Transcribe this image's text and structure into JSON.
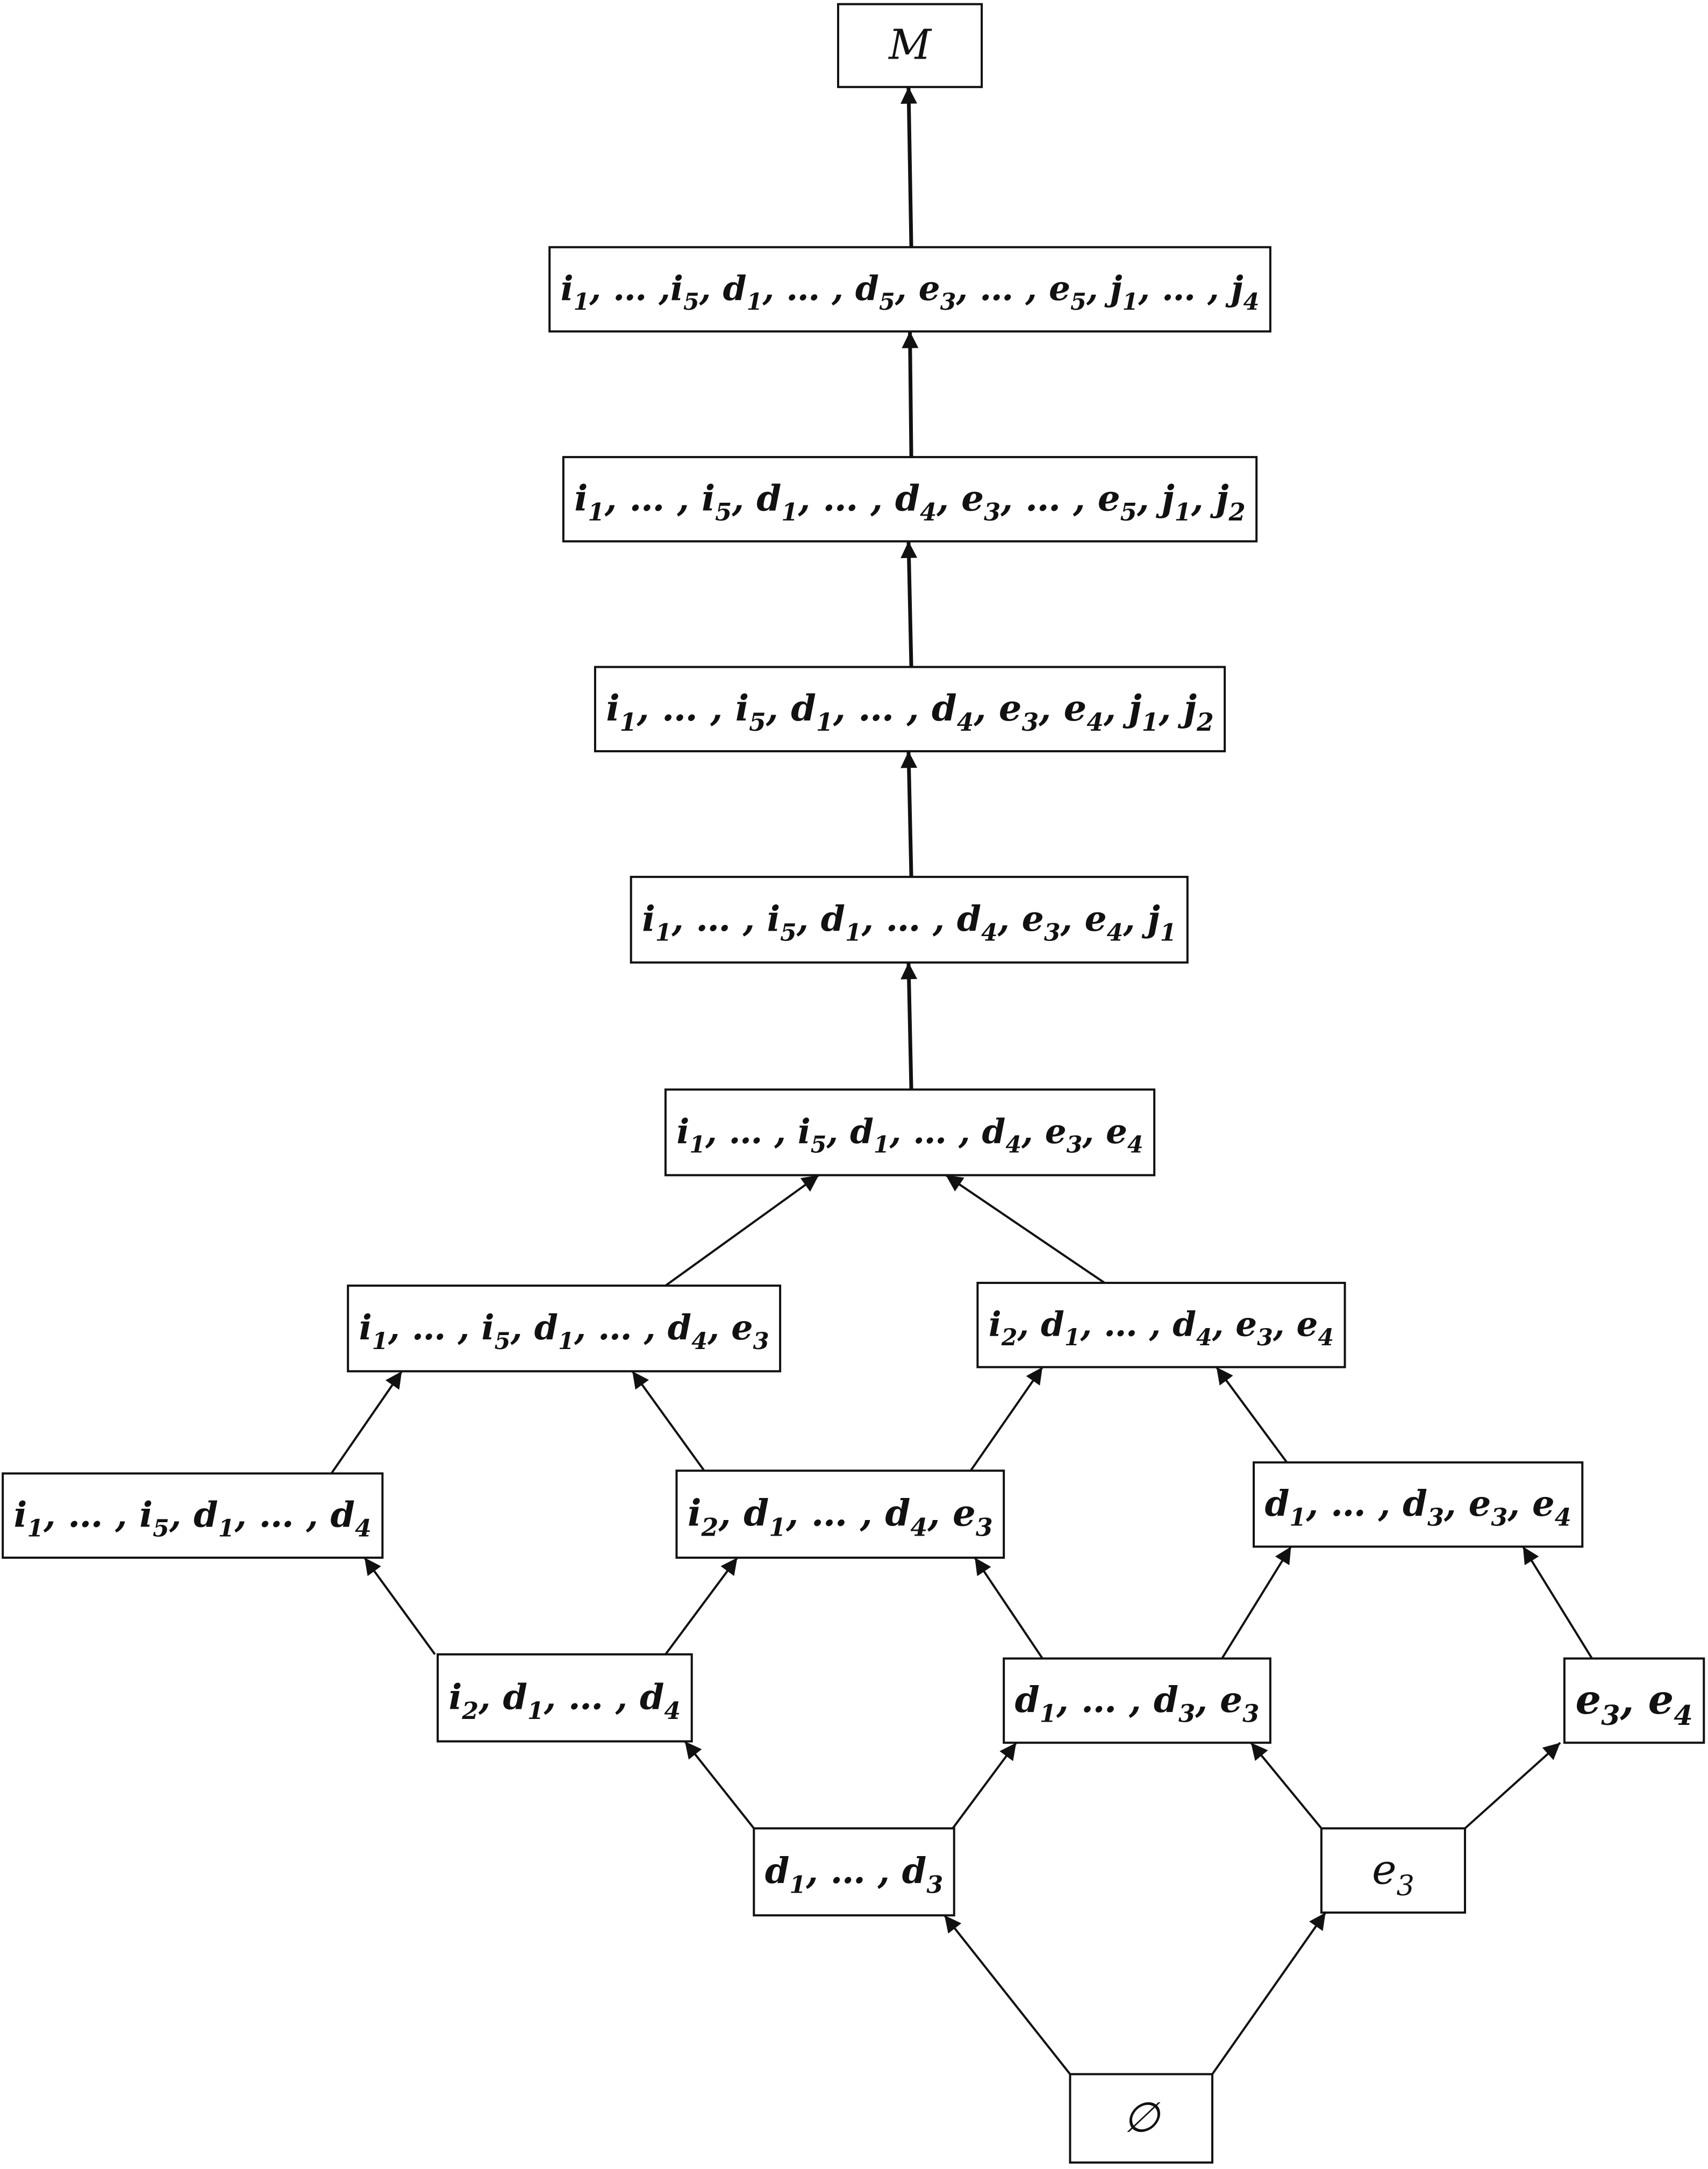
{
  "colors": {
    "stroke": "#111111",
    "background": "#ffffff"
  },
  "nodes": [
    {
      "id": "M",
      "label": "M",
      "style": "upright"
    },
    {
      "id": "n1",
      "label": [
        [
          "i",
          "1"
        ],
        ", … ,",
        [
          "i",
          "5"
        ],
        ", ",
        [
          "d",
          "1"
        ],
        ", … , ",
        [
          "d",
          "5"
        ],
        ", ",
        [
          "e",
          "3"
        ],
        ", … , ",
        [
          "e",
          "5"
        ],
        ", ",
        [
          "j",
          "1"
        ],
        ", … , ",
        [
          "j",
          "4"
        ]
      ]
    },
    {
      "id": "n2",
      "label": [
        [
          "i",
          "1"
        ],
        ", … , ",
        [
          "i",
          "5"
        ],
        ", ",
        [
          "d",
          "1"
        ],
        ", … , ",
        [
          "d",
          "4"
        ],
        ", ",
        [
          "e",
          "3"
        ],
        ", … , ",
        [
          "e",
          "5"
        ],
        ", ",
        [
          "j",
          "1"
        ],
        ", ",
        [
          "j",
          "2"
        ]
      ]
    },
    {
      "id": "n3",
      "label": [
        [
          "i",
          "1"
        ],
        ", … , ",
        [
          "i",
          "5"
        ],
        ", ",
        [
          "d",
          "1"
        ],
        ", … , ",
        [
          "d",
          "4"
        ],
        ", ",
        [
          "e",
          "3"
        ],
        ", ",
        [
          "e",
          "4"
        ],
        ", ",
        [
          "j",
          "1"
        ],
        ", ",
        [
          "j",
          "2"
        ]
      ]
    },
    {
      "id": "n4",
      "label": [
        [
          "i",
          "1"
        ],
        ", … , ",
        [
          "i",
          "5"
        ],
        ", ",
        [
          "d",
          "1"
        ],
        ", … , ",
        [
          "d",
          "4"
        ],
        ", ",
        [
          "e",
          "3"
        ],
        ", ",
        [
          "e",
          "4"
        ],
        ", ",
        [
          "j",
          "1"
        ]
      ]
    },
    {
      "id": "n5",
      "label": [
        [
          "i",
          "1"
        ],
        ", … , ",
        [
          "i",
          "5"
        ],
        ", ",
        [
          "d",
          "1"
        ],
        ", … , ",
        [
          "d",
          "4"
        ],
        ", ",
        [
          "e",
          "3"
        ],
        ", ",
        [
          "e",
          "4"
        ]
      ]
    },
    {
      "id": "n6",
      "label": [
        [
          "i",
          "1"
        ],
        ", … , ",
        [
          "i",
          "5"
        ],
        ", ",
        [
          "d",
          "1"
        ],
        ", … , ",
        [
          "d",
          "4"
        ],
        ", ",
        [
          "e",
          "3"
        ]
      ]
    },
    {
      "id": "n7",
      "label": [
        [
          "i",
          "2"
        ],
        ", ",
        [
          "d",
          "1"
        ],
        ", … , ",
        [
          "d",
          "4"
        ],
        ", ",
        [
          "e",
          "3"
        ],
        ", ",
        [
          "e",
          "4"
        ]
      ]
    },
    {
      "id": "n8",
      "label": [
        [
          "i",
          "1"
        ],
        ", … , ",
        [
          "i",
          "5"
        ],
        ", ",
        [
          "d",
          "1"
        ],
        ", … , ",
        [
          "d",
          "4"
        ]
      ]
    },
    {
      "id": "n9",
      "label": [
        [
          "i",
          "2"
        ],
        ", ",
        [
          "d",
          "1"
        ],
        ", … , ",
        [
          "d",
          "4"
        ],
        ", ",
        [
          "e",
          "3"
        ]
      ]
    },
    {
      "id": "n10",
      "label": [
        [
          "d",
          "1"
        ],
        ", … , ",
        [
          "d",
          "3"
        ],
        ", ",
        [
          "e",
          "3"
        ],
        ", ",
        [
          "e",
          "4"
        ]
      ]
    },
    {
      "id": "n11",
      "label": [
        [
          "i",
          "2"
        ],
        ", ",
        [
          "d",
          "1"
        ],
        ", … , ",
        [
          "d",
          "4"
        ]
      ]
    },
    {
      "id": "n12",
      "label": [
        [
          "d",
          "1"
        ],
        ", … , ",
        [
          "d",
          "3"
        ],
        ", ",
        [
          "e",
          "3"
        ]
      ]
    },
    {
      "id": "n13",
      "label": [
        [
          "e",
          "3"
        ],
        ", ",
        [
          "e",
          "4"
        ]
      ]
    },
    {
      "id": "n14",
      "label": [
        [
          "d",
          "1"
        ],
        ", … , ",
        [
          "d",
          "3"
        ]
      ]
    },
    {
      "id": "n15",
      "label": [
        [
          "e",
          "3"
        ]
      ],
      "style": "upright"
    },
    {
      "id": "empty",
      "label": "∅",
      "style": "upright"
    }
  ],
  "edges": [
    {
      "from": "n1",
      "to": "M",
      "weight": "heavy"
    },
    {
      "from": "n2",
      "to": "n1",
      "weight": "heavy"
    },
    {
      "from": "n3",
      "to": "n2",
      "weight": "heavy"
    },
    {
      "from": "n4",
      "to": "n3",
      "weight": "heavy"
    },
    {
      "from": "n5",
      "to": "n4",
      "weight": "heavy"
    },
    {
      "from": "n6",
      "to": "n5"
    },
    {
      "from": "n7",
      "to": "n5"
    },
    {
      "from": "n8",
      "to": "n6"
    },
    {
      "from": "n9",
      "to": "n6"
    },
    {
      "from": "n9",
      "to": "n7"
    },
    {
      "from": "n10",
      "to": "n7"
    },
    {
      "from": "n11",
      "to": "n8"
    },
    {
      "from": "n11",
      "to": "n9"
    },
    {
      "from": "n12",
      "to": "n9"
    },
    {
      "from": "n12",
      "to": "n10"
    },
    {
      "from": "n13",
      "to": "n10"
    },
    {
      "from": "n14",
      "to": "n11"
    },
    {
      "from": "n14",
      "to": "n12"
    },
    {
      "from": "n15",
      "to": "n12"
    },
    {
      "from": "n15",
      "to": "n13"
    },
    {
      "from": "empty",
      "to": "n14"
    },
    {
      "from": "empty",
      "to": "n15"
    }
  ]
}
